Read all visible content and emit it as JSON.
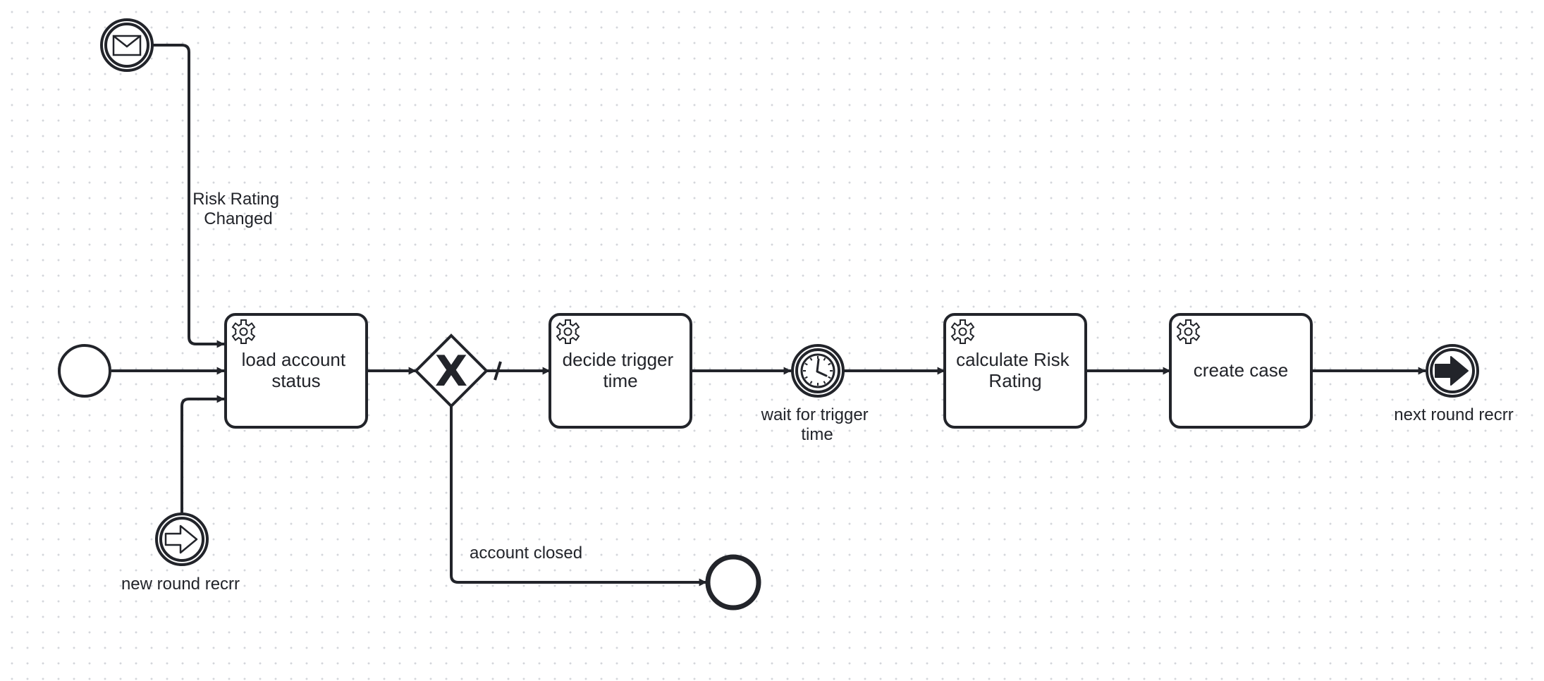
{
  "diagram": {
    "type": "bpmn-process",
    "colors": {
      "stroke": "#22242a",
      "background": "#ffffff",
      "grid_dot": "#d4d6db"
    },
    "tasks": [
      {
        "id": "load_account_status",
        "type": "service-task",
        "icon": "gear-icon",
        "lines": [
          "load account",
          "status"
        ]
      },
      {
        "id": "decide_trigger_time",
        "type": "service-task",
        "icon": "gear-icon",
        "lines": [
          "decide trigger",
          "time"
        ]
      },
      {
        "id": "calculate_risk_rating",
        "type": "service-task",
        "icon": "gear-icon",
        "lines": [
          "calculate Risk",
          "Rating"
        ]
      },
      {
        "id": "create_case",
        "type": "service-task",
        "icon": "gear-icon",
        "lines": [
          "create case"
        ]
      }
    ],
    "events": {
      "start": {
        "type": "start-event"
      },
      "message_start": {
        "type": "message-intermediate-catch-event",
        "icon": "envelope-icon"
      },
      "link_catch": {
        "type": "link-intermediate-catch-event",
        "icon": "arrow-right-outline-icon",
        "lines": [
          "new round recrr"
        ]
      },
      "timer": {
        "type": "timer-intermediate-catch-event",
        "icon": "clock-icon",
        "lines": [
          "wait for trigger",
          "time"
        ]
      },
      "link_throw": {
        "type": "link-intermediate-throw-event",
        "icon": "arrow-right-filled-icon",
        "lines": [
          "next round recrr"
        ]
      },
      "end": {
        "type": "end-event"
      }
    },
    "gateway": {
      "type": "exclusive-gateway",
      "mark": "X",
      "icon": "exclusive-x-icon"
    },
    "flows": [
      {
        "from": "message_start",
        "to": "load_account_status",
        "lines": [
          "Risk Rating",
          "Changed"
        ]
      },
      {
        "from": "start",
        "to": "load_account_status"
      },
      {
        "from": "link_catch",
        "to": "load_account_status"
      },
      {
        "from": "load_account_status",
        "to": "gateway"
      },
      {
        "from": "gateway",
        "to": "decide_trigger_time",
        "default": true
      },
      {
        "from": "gateway",
        "to": "end",
        "lines": [
          "account closed"
        ]
      },
      {
        "from": "decide_trigger_time",
        "to": "timer"
      },
      {
        "from": "timer",
        "to": "calculate_risk_rating"
      },
      {
        "from": "calculate_risk_rating",
        "to": "create_case"
      },
      {
        "from": "create_case",
        "to": "link_throw"
      }
    ]
  }
}
